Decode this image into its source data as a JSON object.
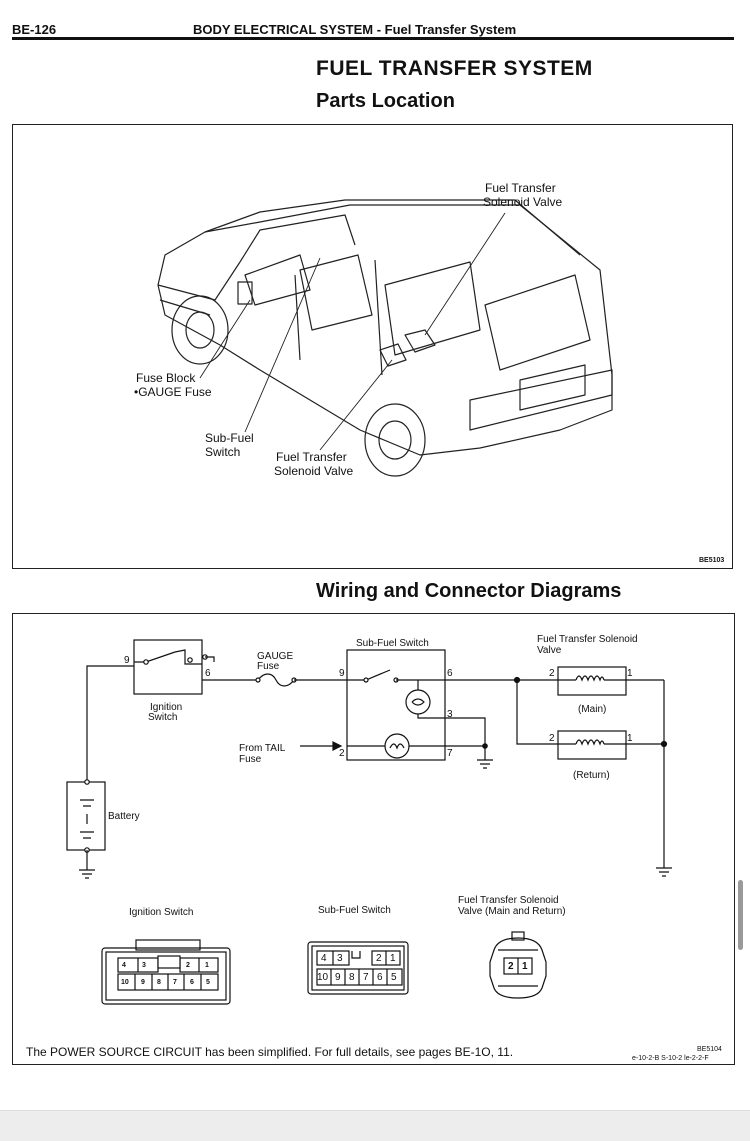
{
  "header": {
    "page_number": "BE-126",
    "section": "BODY ELECTRICAL SYSTEM  -  Fuel Transfer System"
  },
  "title": "FUEL TRANSFER SYSTEM",
  "parts_location": {
    "heading": "Parts Location",
    "labels": {
      "valve_top_1": "Fuel Transfer",
      "valve_top_2": "Solenoid Valve",
      "fuse_block": "Fuse Block",
      "gauge_fuse": "•GAUGE Fuse",
      "sub_fuel_1": "Sub-Fuel",
      "sub_fuel_2": "Switch",
      "valve_bot_1": "Fuel Transfer",
      "valve_bot_2": "Solenoid Valve"
    },
    "code": "BE5103"
  },
  "wiring": {
    "heading": "Wiring and Connector Diagrams",
    "labels": {
      "ignition_switch_1": "Ignition",
      "ignition_switch_2": "Switch",
      "gauge_fuse_1": "GAUGE",
      "gauge_fuse_2": "Fuse",
      "sub_fuel_switch": "Sub-Fuel Switch",
      "valve_1": "Fuel Transfer Solenoid",
      "valve_2": "Valve",
      "main": "(Main)",
      "return": "(Return)",
      "from_tail_1": "From TAIL",
      "from_tail_2": "Fuse",
      "battery": "Battery"
    },
    "pins": {
      "ign_9": "9",
      "ign_6": "6",
      "sub_9": "9",
      "sub_6": "6",
      "sub_3": "3",
      "sub_2": "2",
      "sub_7": "7",
      "main_2": "2",
      "main_1": "1",
      "ret_2": "2",
      "ret_1": "1"
    },
    "connectors": {
      "ignition_title": "Ignition Switch",
      "sub_fuel_title": "Sub-Fuel Switch",
      "valve_title_1": "Fuel Transfer Solenoid",
      "valve_title_2": "Valve (Main and Return)",
      "ignition_top": [
        "4",
        "3",
        "2",
        "1"
      ],
      "ignition_bottom": [
        "10",
        "9",
        "8",
        "7",
        "6",
        "5"
      ],
      "sub_top": [
        "4",
        "3",
        "2",
        "1"
      ],
      "sub_bottom": [
        "10",
        "9",
        "8",
        "7",
        "6",
        "5"
      ],
      "valve_pins": [
        "2",
        "1"
      ]
    },
    "footer_note": "The POWER SOURCE CIRCUIT has been simplified. For full details, see pages BE-1O, 11.",
    "code_1": "BE5104",
    "code_2": "e-10-2-B  S-10-2  le-2-2-F"
  }
}
